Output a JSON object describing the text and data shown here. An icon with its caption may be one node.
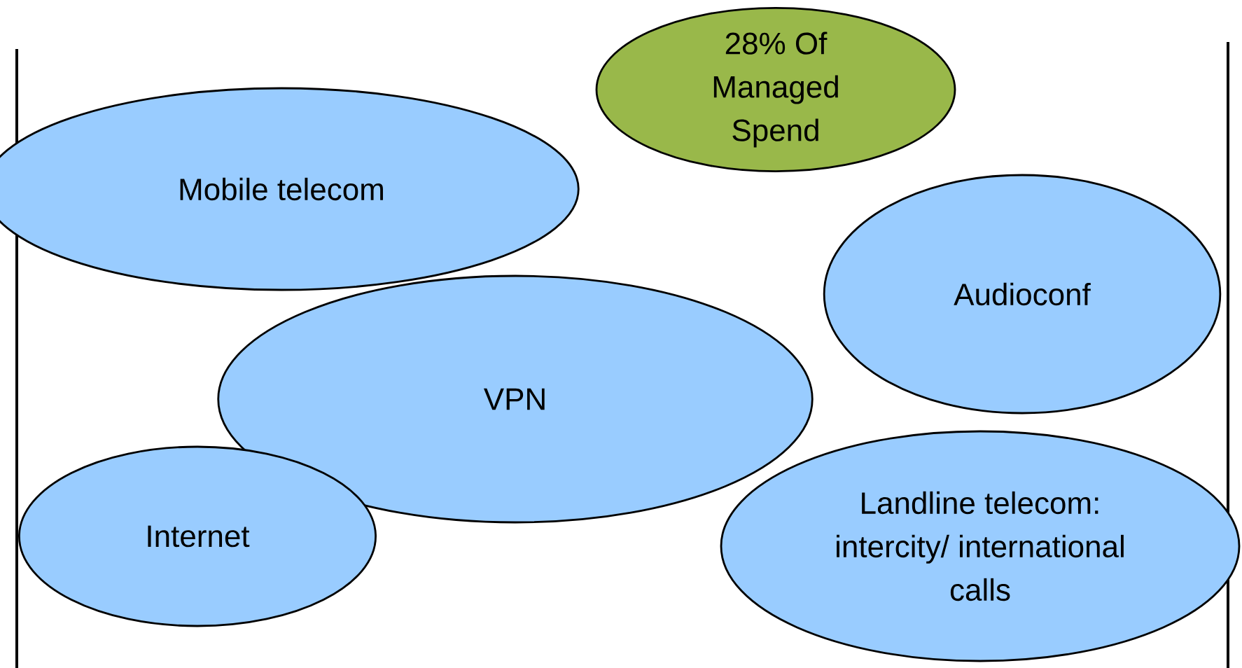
{
  "diagram": {
    "nodes": [
      {
        "text": [
          "28% Of Managed Spend"
        ]
      },
      {
        "text": [
          "Mobile telecom"
        ]
      },
      {
        "text": [
          "Audioconf"
        ]
      },
      {
        "text": [
          "VPN"
        ]
      },
      {
        "text": [
          "Internet"
        ]
      },
      {
        "text": [
          "Landline telecom: intercity/ international calls"
        ]
      }
    ]
  }
}
